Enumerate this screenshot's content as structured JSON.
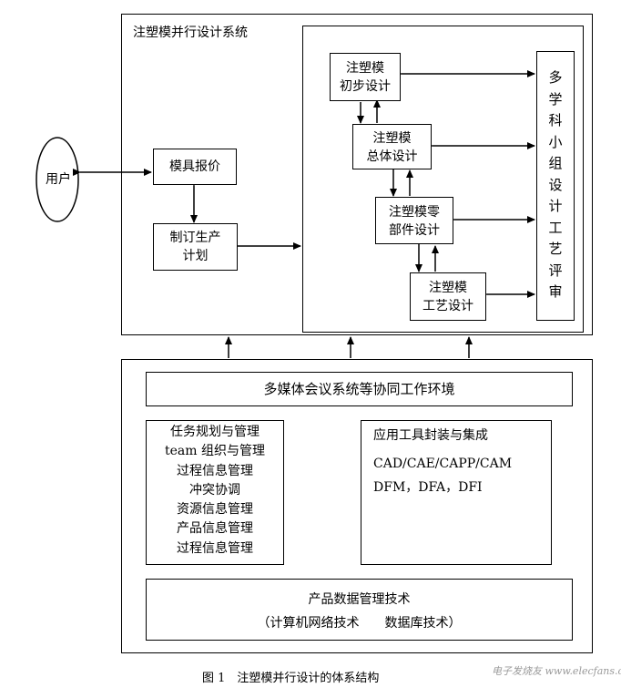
{
  "system_title": "注塑模并行设计系统",
  "user_label": "用户",
  "quote_label": "模具报价",
  "plan_label": "制订生产\n计划",
  "initial_design": "注塑模\n初步设计",
  "overall_design": "注塑模\n总体设计",
  "parts_design": "注塑模零\n部件设计",
  "process_design": "注塑模\n工艺设计",
  "review_chars": [
    "多",
    "学",
    "科",
    "小",
    "组",
    "设",
    "计",
    "工",
    "艺",
    "评",
    "审"
  ],
  "multimedia_env": "多媒体会议系统等协同工作环境",
  "management_list": [
    "任务规划与管理",
    "team 组织与管理",
    "过程信息管理",
    "冲突协调",
    "资源信息管理",
    "产品信息管理",
    "过程信息管理"
  ],
  "tools_title": "应用工具封装与集成",
  "tools_line1": "CAD/CAE/CAPP/CAM",
  "tools_line2": "DFM，DFA，DFI",
  "pdm_title": "产品数据管理技术",
  "pdm_sub": "（计算机网络技术　　数据库技术）",
  "caption": "图 1　注塑模并行设计的体系结构",
  "watermark": "电子发烧友 www.elecfans.com"
}
